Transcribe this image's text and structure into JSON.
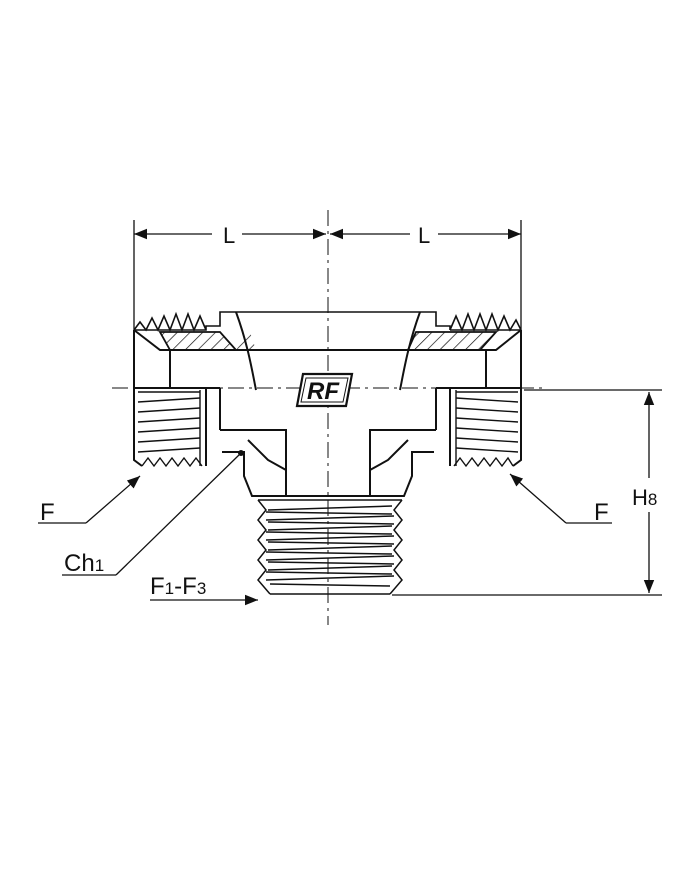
{
  "diagram": {
    "logo": "RF",
    "dimensions": {
      "left_length": "L",
      "right_length": "L",
      "height_main": "H",
      "height_sub": "8"
    },
    "callouts": {
      "left_thread": "F",
      "right_thread": "F",
      "chamfer_main": "Ch",
      "chamfer_sub": "1",
      "bottom_thread_a": "F",
      "bottom_thread_a_sub": "1",
      "bottom_thread_sep": "-",
      "bottom_thread_b": "F",
      "bottom_thread_b_sub": "3"
    }
  },
  "colors": {
    "line": "#111111",
    "background": "#ffffff"
  }
}
